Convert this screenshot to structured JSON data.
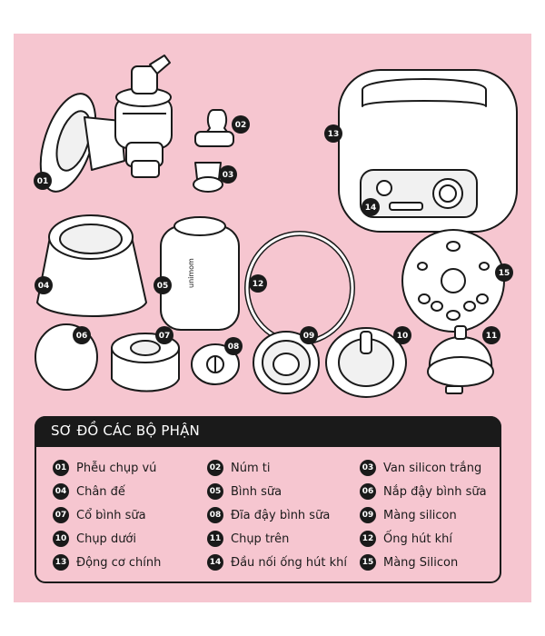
{
  "legend": {
    "title": "SƠ ĐỒ CÁC BỘ PHẬN",
    "items": [
      {
        "num": "01",
        "label": "Phễu chụp vú"
      },
      {
        "num": "02",
        "label": "Núm ti"
      },
      {
        "num": "03",
        "label": "Van silicon trắng"
      },
      {
        "num": "04",
        "label": "Chân đế"
      },
      {
        "num": "05",
        "label": "Bình sữa"
      },
      {
        "num": "06",
        "label": "Nắp đậy bình sữa"
      },
      {
        "num": "07",
        "label": "Cổ bình sữa"
      },
      {
        "num": "08",
        "label": "Đĩa đậy bình sữa"
      },
      {
        "num": "09",
        "label": "Màng silicon"
      },
      {
        "num": "10",
        "label": "Chụp dưới"
      },
      {
        "num": "11",
        "label": "Chụp trên"
      },
      {
        "num": "12",
        "label": "Ống hút khí"
      },
      {
        "num": "13",
        "label": "Động cơ chính"
      },
      {
        "num": "14",
        "label": "Đầu nối ống hút khí"
      },
      {
        "num": "15",
        "label": "Màng Silicon"
      }
    ]
  },
  "bottle_brand": "unimom",
  "colors": {
    "panel": "#f6c6d0",
    "ink": "#1a1a1a",
    "part": "#ffffff"
  }
}
